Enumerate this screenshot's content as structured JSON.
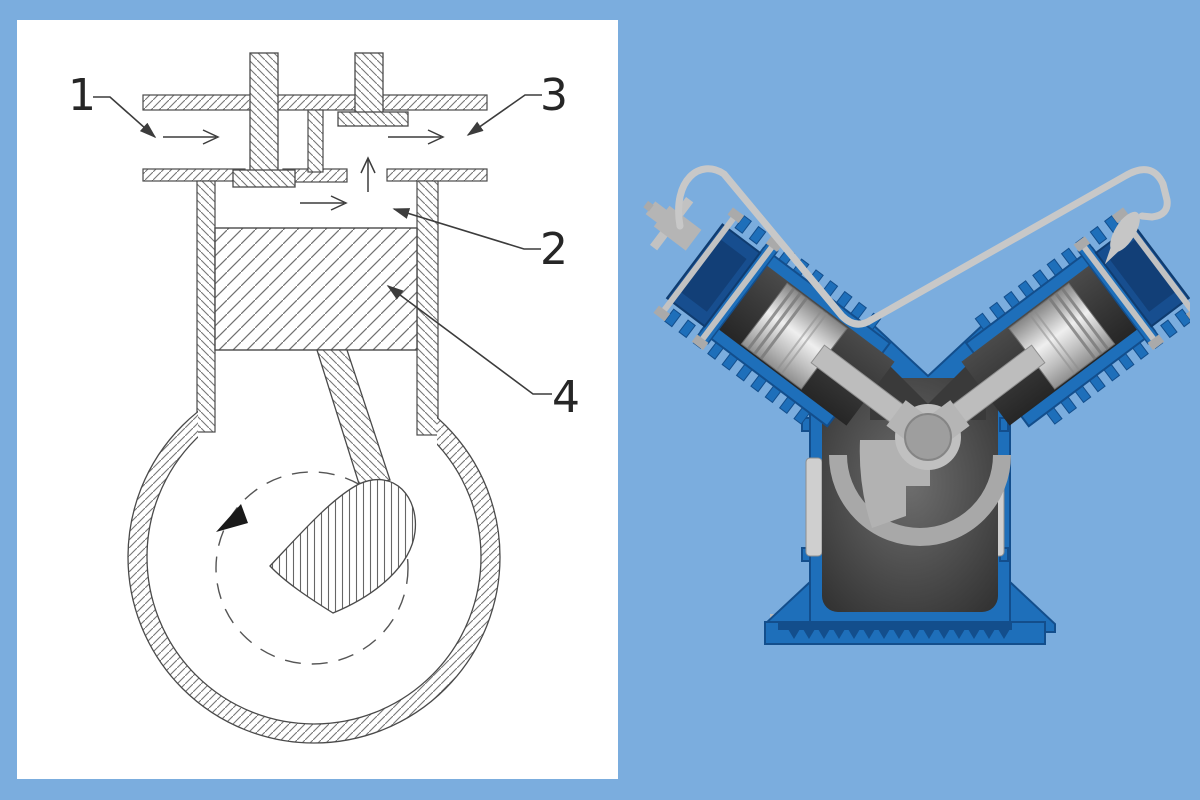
{
  "background_color": "#7badde",
  "left_figure": {
    "type": "piston-compressor-schematic",
    "panel_color": "#ffffff",
    "line_color": "#4a4a4a",
    "labels": {
      "l1": "1",
      "l2": "2",
      "l3": "3",
      "l4": "4"
    }
  },
  "right_figure": {
    "type": "v-twin-compressor-cutaway",
    "colors": {
      "body_blue": "#1e6fba",
      "edge_navy": "#134e8c",
      "head_navy": "#174e8f",
      "chamber_navy": "#123f77",
      "metal_light": "#d2d2d2",
      "metal_mid": "#aaaaaa",
      "tube_gray": "#c8c8c8",
      "bore_dark": "#262626"
    }
  }
}
